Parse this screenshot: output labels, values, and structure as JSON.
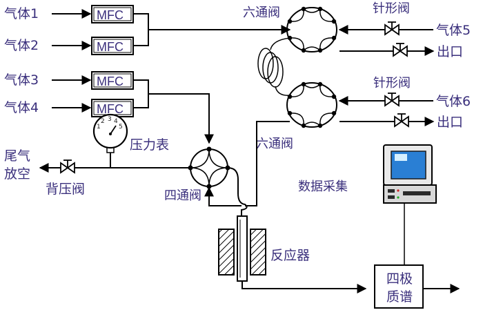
{
  "labels": {
    "gas1": "气体1",
    "gas2": "气体2",
    "gas3": "气体3",
    "gas4": "气体4",
    "gas5": "气体5",
    "gas6": "气体6",
    "mfc": "MFC",
    "six_way_valve": "六通阀",
    "needle_valve": "针形阀",
    "outlet": "出口",
    "pressure_gauge": "压力表",
    "exhaust_line1": "尾气",
    "exhaust_line2": "放空",
    "back_pressure_valve": "背压阀",
    "four_way_valve": "四通阀",
    "reactor": "反应器",
    "data_acquisition": "数据采集",
    "quad_ms_line1": "四极",
    "quad_ms_line2": "质谱",
    "gauge_scale": [
      "1",
      "2",
      "3",
      "4",
      "5"
    ]
  },
  "colors": {
    "label": "#3a2f7c",
    "line": "#000000",
    "screen": "#2a7fd4",
    "computer_body": "#e9e9e9"
  }
}
